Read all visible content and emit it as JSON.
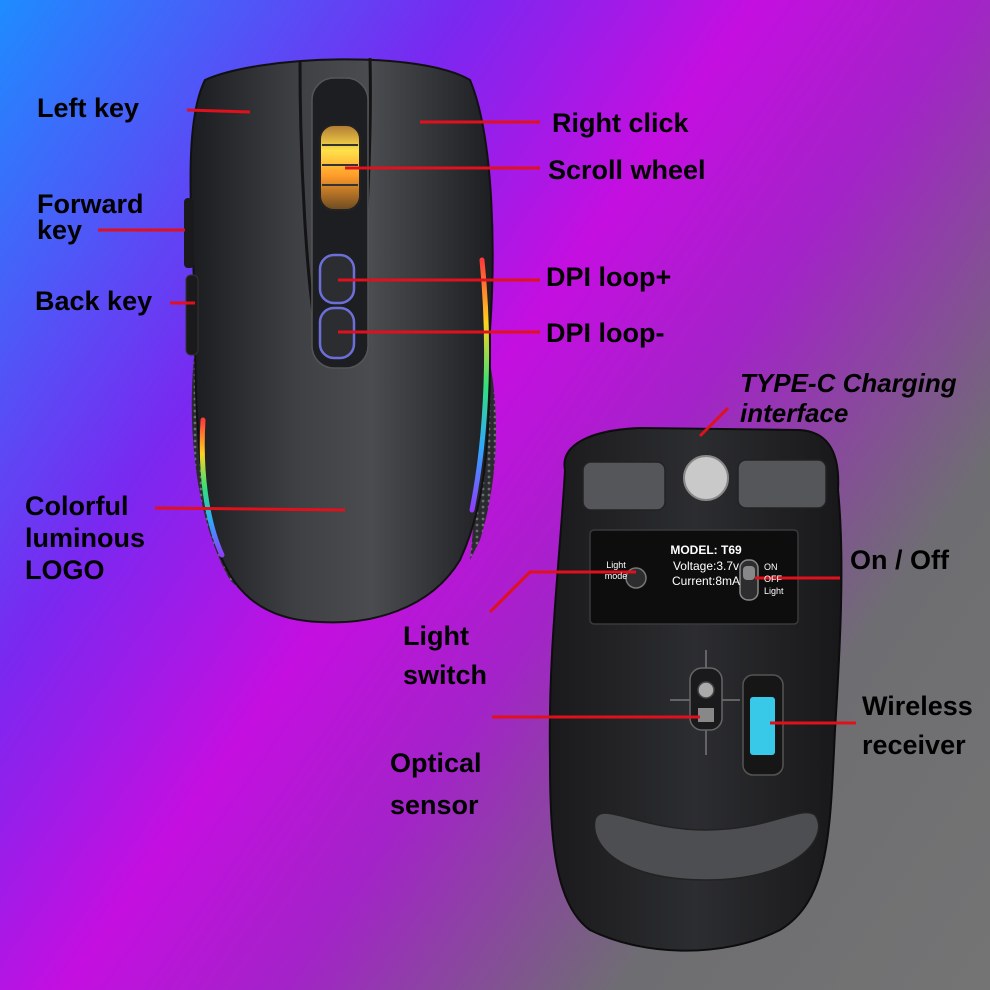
{
  "product": {
    "model_label": "MODEL: T69",
    "voltage_label": "Voltage:3.7v",
    "current_label": "Current:8mA",
    "light_mode_label": "Light\nmode",
    "switch_on": "ON",
    "switch_off": "OFF",
    "switch_light": "Light"
  },
  "callouts": {
    "left_key": "Left key",
    "right_click": "Right click",
    "scroll_wheel": "Scroll wheel",
    "forward_key": "Forward\nkey",
    "back_key": "Back key",
    "dpi_plus": "DPI loop+",
    "dpi_minus": "DPI loop-",
    "colorful_logo": "Colorful\nluminous\nLOGO",
    "type_c": "TYPE-C Charging\ninterface",
    "on_off": "On / Off",
    "light_switch": "Light\nswitch",
    "wireless_receiver": "Wireless\nreceiver",
    "optical_sensor": "Optical\nsensor"
  },
  "colors": {
    "leader_line": "#e0101c",
    "mouse_body": "#2a2b2e",
    "receiver": "#38c8e8"
  }
}
